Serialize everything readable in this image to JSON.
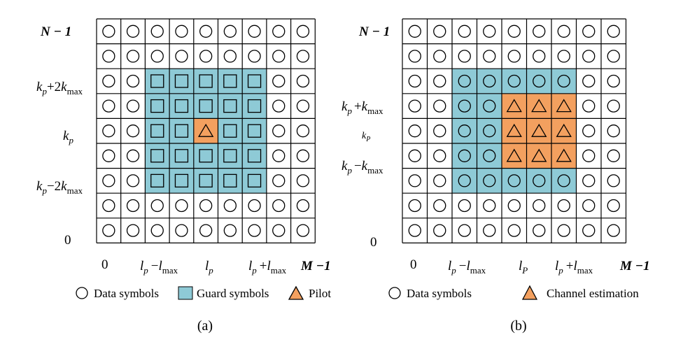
{
  "colors": {
    "guard": "#8ecad6",
    "pilot": "#f3a05f",
    "grid": "#000000",
    "background": "#ffffff"
  },
  "panels": [
    {
      "id": "a",
      "caption": "(a)",
      "cells": [
        "OOOOOOOOO",
        "OOOOOOOOO",
        "OOGGGGGOO",
        "OOGGGGGOO",
        "OOGGPGGOO",
        "OOGGGGGOO",
        "OOGGGGGOO",
        "OOOOOOOOO",
        "OOOOOOOOO"
      ],
      "legend": [
        {
          "symbol": "circle",
          "label": "Data symbols"
        },
        {
          "symbol": "guard-square",
          "label": "Guard symbols"
        },
        {
          "symbol": "pilot-triangle",
          "label": "Pilot"
        }
      ]
    },
    {
      "id": "b",
      "caption": "(b)",
      "cells": [
        "OOOOOOOOO",
        "OOOOOOOOO",
        "OOCCCCCOO",
        "OOCCTTTOO",
        "OOCCTTTOO",
        "OOCCTTTOO",
        "OOCCCCCOO",
        "OOOOOOOOO",
        "OOOOOOOOO"
      ],
      "legend": [
        {
          "symbol": "circle",
          "label": "Data symbols"
        },
        {
          "symbol": "estimation-triangle",
          "label": "Channel estimation"
        }
      ]
    }
  ],
  "labels": {
    "N_minus_1": "N − 1",
    "M_minus_1": "M −1",
    "zero": "0",
    "k": "k",
    "l": "l",
    "p_sub": "p",
    "P_sub": "P",
    "max_sub": "max",
    "plus": "+",
    "minus": "−",
    "two": "2"
  }
}
